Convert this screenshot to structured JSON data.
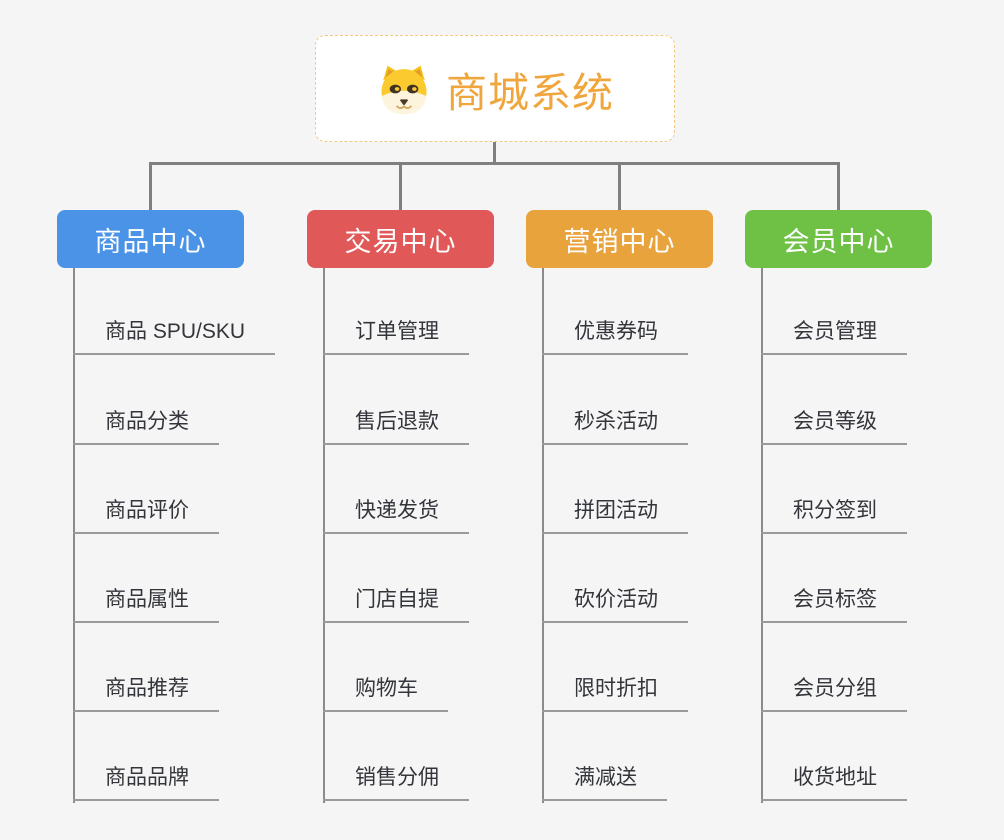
{
  "page": {
    "background_color": "#f5f5f6",
    "connector_color": "#7f7f7f",
    "leaf_line_color": "#9a9a9a",
    "leaf_text_color": "#33353a"
  },
  "root": {
    "title": "商城系统",
    "icon": "dog-face-icon",
    "text_color": "#f0a63c",
    "border_color": "#f3c981",
    "background": "#ffffff"
  },
  "branches": [
    {
      "id": "product-center",
      "label": "商品中心",
      "color": "#4b93e6",
      "items": [
        "商品 SPU/SKU",
        "商品分类",
        "商品评价",
        "商品属性",
        "商品推荐",
        "商品品牌"
      ]
    },
    {
      "id": "trade-center",
      "label": "交易中心",
      "color": "#e05858",
      "items": [
        "订单管理",
        "售后退款",
        "快递发货",
        "门店自提",
        "购物车",
        "销售分佣"
      ]
    },
    {
      "id": "marketing-center",
      "label": "营销中心",
      "color": "#e9a33d",
      "items": [
        "优惠券码",
        "秒杀活动",
        "拼团活动",
        "砍价活动",
        "限时折扣",
        "满减送"
      ]
    },
    {
      "id": "member-center",
      "label": "会员中心",
      "color": "#6fc145",
      "items": [
        "会员管理",
        "会员等级",
        "积分签到",
        "会员标签",
        "会员分组",
        "收货地址"
      ]
    }
  ]
}
